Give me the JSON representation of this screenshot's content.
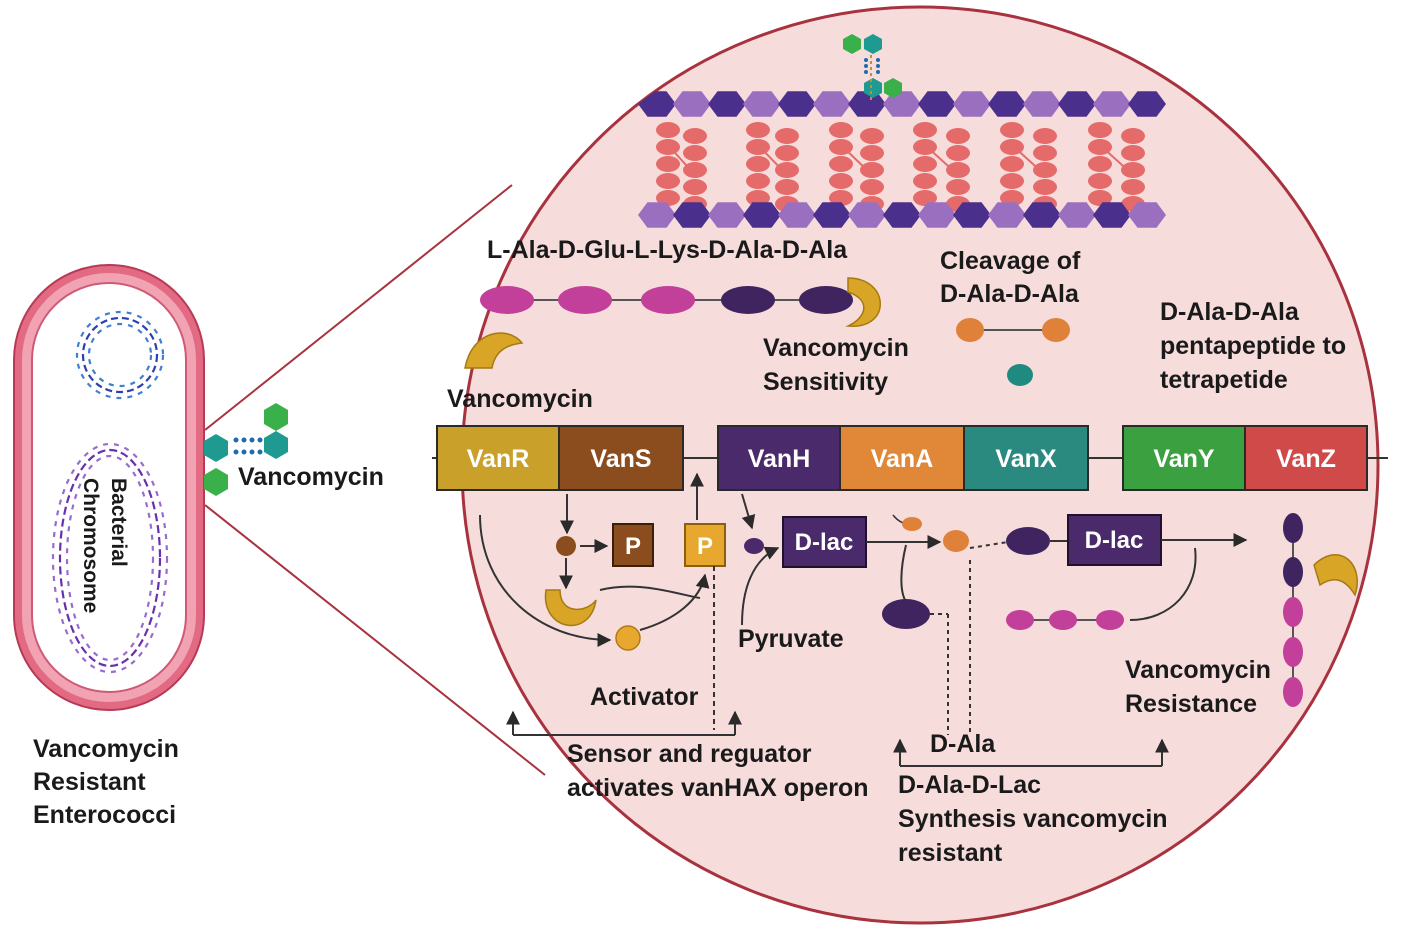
{
  "cell": {
    "chromosome_label_line1": "Bacterial",
    "chromosome_label_line2": "Chromosome",
    "caption_line1": "Vancomycin",
    "caption_line2": "Resistant",
    "caption_line3": "Enterococci",
    "drug_label": "Vancomycin"
  },
  "top": {
    "peptide_label": "L-Ala-D-Glu-L-Lys-D-Ala-D-Ala",
    "vancomycin_label": "Vancomycin",
    "sensitivity_line1": "Vancomycin",
    "sensitivity_line2": "Sensitivity",
    "cleavage_line1": "Cleavage of",
    "cleavage_line2": "D-Ala-D-Ala",
    "pentapeptide_line1": "D-Ala-D-Ala",
    "pentapeptide_line2": "pentapeptide to",
    "pentapeptide_line3": "tetrapetide"
  },
  "genes": [
    {
      "name": "VanR",
      "color": "#c9a02a"
    },
    {
      "name": "VanS",
      "color": "#8b4c1e"
    },
    {
      "name": "VanH",
      "color": "#4a2a6a"
    },
    {
      "name": "VanA",
      "color": "#e08838"
    },
    {
      "name": "VanX",
      "color": "#2a8a80"
    },
    {
      "name": "VanY",
      "color": "#3aa040"
    },
    {
      "name": "VanZ",
      "color": "#d04a4a"
    }
  ],
  "pathway": {
    "p_label": "P",
    "dlac_label": "D-lac",
    "pyruvate": "Pyruvate",
    "activator": "Activator",
    "sensor_line1": "Sensor and reguator",
    "sensor_line2": "activates vanHAX operon",
    "dala": "D-Ala",
    "synth_line1": "D-Ala-D-Lac",
    "synth_line2": "Synthesis vancomycin",
    "synth_line3": "resistant",
    "resistance_line1": "Vancomycin",
    "resistance_line2": "Resistance"
  },
  "colors": {
    "circle_fill": "#f7dcdc",
    "circle_stroke": "#a8323e",
    "membrane_dark": "#4a2f8c",
    "membrane_light": "#9b6fc0",
    "lipid": "#e56a6a",
    "magenta": "#c2409a",
    "dark_purple": "#3f2460",
    "vanco_gold": "#d9a526",
    "orange": "#e0813a",
    "teal": "#1e8a80"
  }
}
